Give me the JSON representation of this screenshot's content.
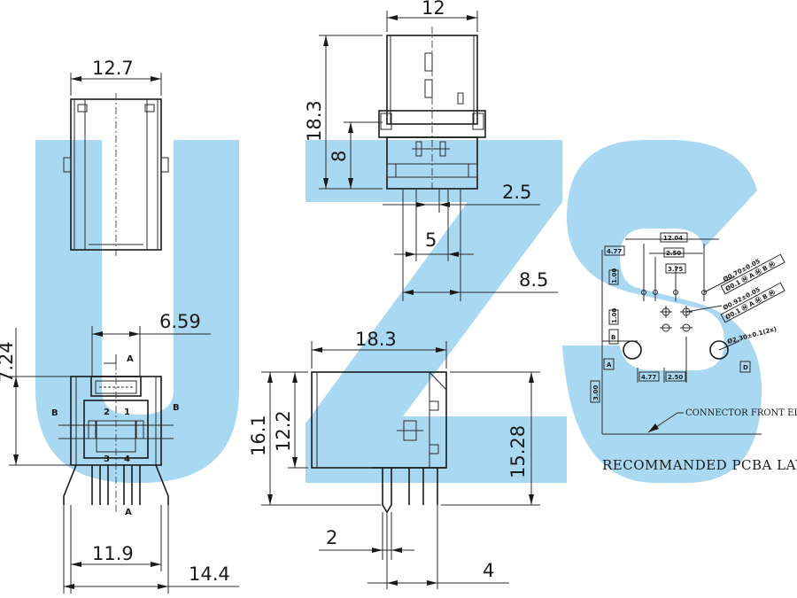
{
  "watermark": {
    "letters": [
      "U",
      "Z",
      "S"
    ],
    "color": "#a9d8f2"
  },
  "dimensions": {
    "top_width": "12.7",
    "front_top_width": "12",
    "front_height": "18.3",
    "front_small_height": "8",
    "pin_pitch_1": "2.5",
    "pin_pitch_2": "5",
    "pin_pitch_3": "8.5",
    "bottom_offset": "6.59",
    "bottom_height": "7.24",
    "bottom_width_1": "11.9",
    "bottom_width_2": "14.4",
    "side_length": "18.3",
    "side_height_1": "16.1",
    "side_height_2": "12.2",
    "side_height_3": "15.28",
    "side_pin_1": "2",
    "side_pin_2": "4"
  },
  "bottom_view": {
    "section_labels": [
      "A",
      "A",
      "B",
      "B"
    ],
    "pin_labels": [
      "2",
      "1",
      "3",
      "4"
    ]
  },
  "pcba_layout": {
    "caption": "RECOMMANDED PCBA LAYOUT",
    "edge_note": "CONNECTOR FRONT EDGE",
    "dims": [
      "12.04",
      "4.77",
      "2.50",
      "3.75",
      "4.77",
      "2.50",
      "1.00",
      "1.00",
      "3.00"
    ],
    "datums": [
      "A",
      "B",
      "D"
    ],
    "hole_notes": [
      "Ø0.70±0.05",
      "Ø0.92±0.05",
      "Ø2.30±0.1(2x)"
    ],
    "tolerance_frames": [
      "Ø0.1 Ⓜ A Ⓜ B Ⓜ",
      "Ø0.1 Ⓜ A Ⓜ B Ⓜ"
    ]
  }
}
